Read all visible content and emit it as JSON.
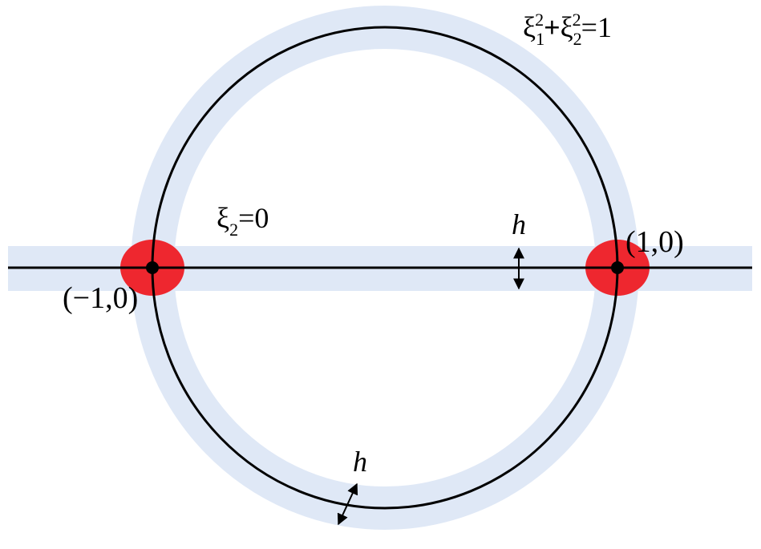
{
  "labels": {
    "circle_eq": {
      "base": "ξ",
      "sub1": "1",
      "sup1": "2",
      "plus": "+",
      "base2": "ξ",
      "sub2": "2",
      "sup2": "2",
      "rhs": "=1"
    },
    "line_eq": {
      "base": "ξ",
      "sub": "2",
      "rhs": "=0"
    },
    "h_top": "h",
    "h_bottom": "h",
    "point_left": "(−1,0)",
    "point_right": "(1,0)"
  },
  "colors": {
    "band": "#dfe8f6",
    "curve": "#000000",
    "highlight": "#ee1c24",
    "point": "#000000"
  }
}
